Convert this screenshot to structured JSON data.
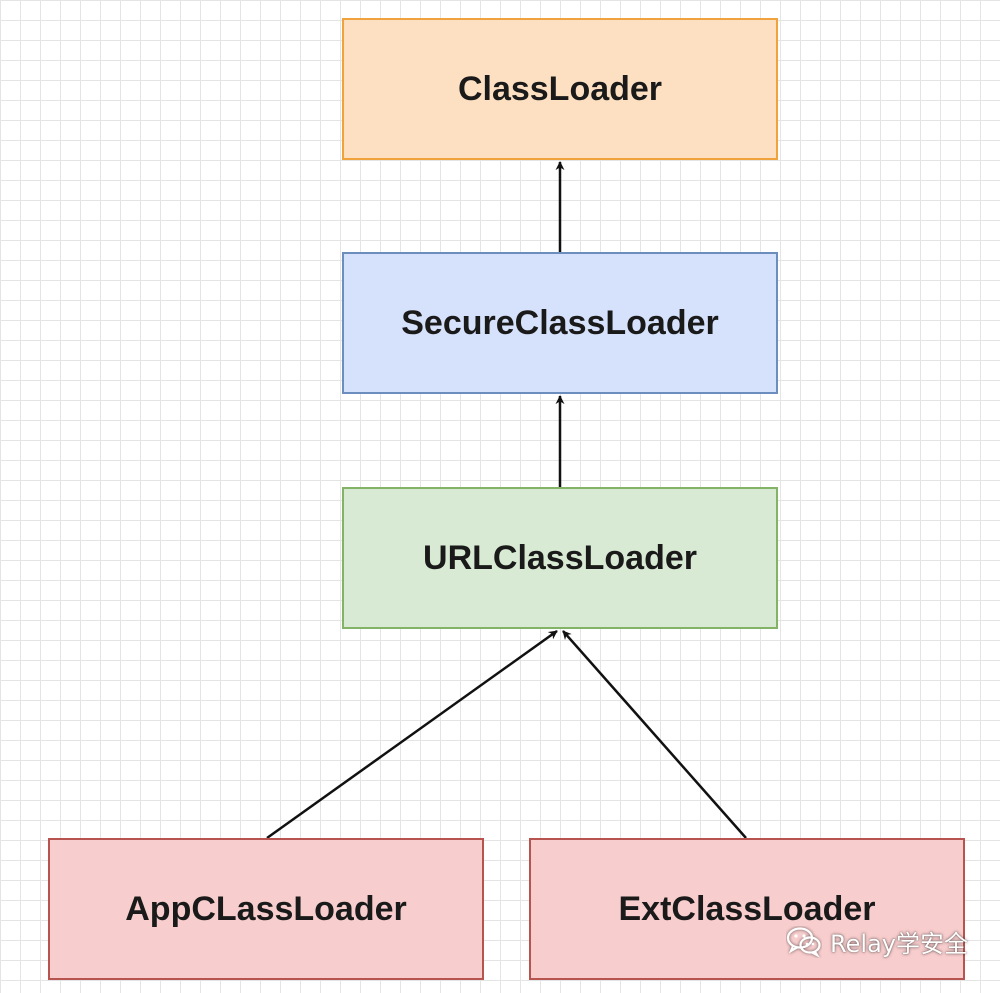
{
  "nodes": {
    "classloader": "ClassLoader",
    "secure": "SecureClassLoader",
    "url": "URLClassLoader",
    "app": "AppCLassLoader",
    "ext": "ExtClassLoader"
  },
  "watermark": {
    "text": "Relay学安全",
    "icon": "wechat-icon"
  },
  "colors": {
    "classloader_fill": "#fde0c2",
    "classloader_border": "#f0a23c",
    "secure_fill": "#d6e1fb",
    "secure_border": "#6c8ebf",
    "url_fill": "#d8ead3",
    "url_border": "#82b366",
    "leaf_fill": "#f8cdcd",
    "leaf_border": "#b85450",
    "arrow": "#111111"
  }
}
